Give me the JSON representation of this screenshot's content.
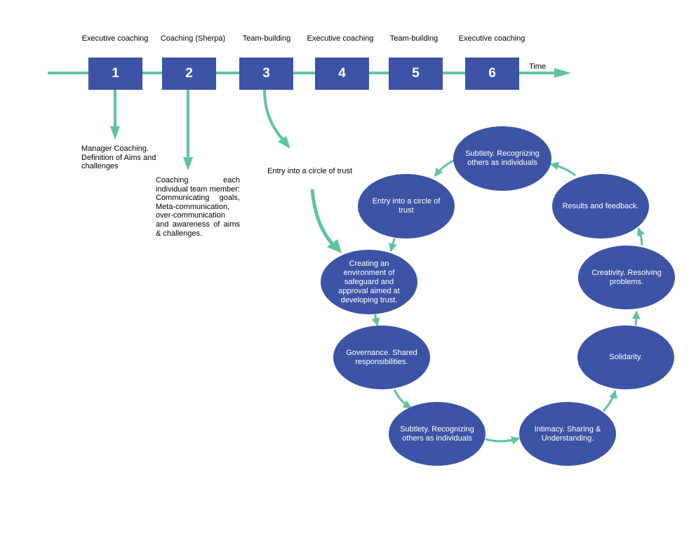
{
  "timeline": {
    "phases": [
      {
        "label": "Executive coaching",
        "number": "1"
      },
      {
        "label": "Coaching (Sherpa)",
        "number": "2"
      },
      {
        "label": "Team-building",
        "number": "3"
      },
      {
        "label": "Executive coaching",
        "number": "4"
      },
      {
        "label": "Team-building",
        "number": "5"
      },
      {
        "label": "Executive coaching",
        "number": "6"
      }
    ],
    "time_label": "Time"
  },
  "notes": {
    "manager": "Manager Coaching. Definition of Aims and challenges",
    "team": "Coaching each individual team member: Communicating goals, Meta-communication, over-communication and awareness of aims & challenges.",
    "entry": "Entry into a circle of trust"
  },
  "cycle": {
    "nodes": [
      "Entry into a circle of trust",
      "Creating an environment of safeguard and approval aimed at developing trust.",
      "Governance. Shared responsibilities.",
      "Subtlety. Recognizing others as individuals",
      "Intimacy. Sharing & Understanding.",
      "Solidarity.",
      "Creativity. Resolving problems.",
      "Results and feedback.",
      "Subtlety. Recognizing others as individuals"
    ]
  },
  "colors": {
    "box": "#3d53a5",
    "arrow": "#5ec4a0",
    "text_on_box": "#ffffff"
  }
}
